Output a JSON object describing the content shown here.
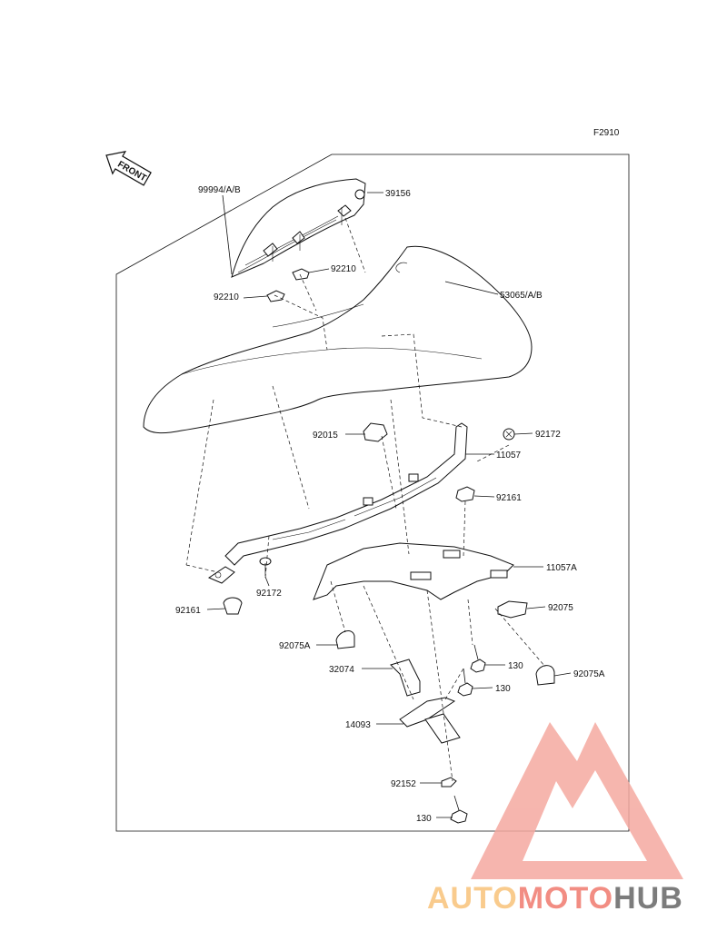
{
  "figure_code": "F2910",
  "front_label": "FRONT",
  "watermark": {
    "text_part1": "AUTO",
    "text_part2": "MOTO",
    "text_part3": "HUB",
    "color_primary": "#f5a9a0",
    "color_secondary": "#f07a6e",
    "color_dark": "#666666",
    "color_orange": "#f8c27a"
  },
  "callouts": [
    {
      "id": "c-99994",
      "label": "99994/A/B"
    },
    {
      "id": "c-39156",
      "label": "39156"
    },
    {
      "id": "c-92210-a",
      "label": "92210"
    },
    {
      "id": "c-92210-b",
      "label": "92210"
    },
    {
      "id": "c-53065",
      "label": "53065/A/B"
    },
    {
      "id": "c-92015",
      "label": "92015"
    },
    {
      "id": "c-92172-a",
      "label": "92172"
    },
    {
      "id": "c-11057",
      "label": "11057"
    },
    {
      "id": "c-92161-a",
      "label": "92161"
    },
    {
      "id": "c-11057a",
      "label": "11057A"
    },
    {
      "id": "c-92172-b",
      "label": "92172"
    },
    {
      "id": "c-92161-b",
      "label": "92161"
    },
    {
      "id": "c-92075",
      "label": "92075"
    },
    {
      "id": "c-92075a-a",
      "label": "92075A"
    },
    {
      "id": "c-130-a",
      "label": "130"
    },
    {
      "id": "c-32074",
      "label": "32074"
    },
    {
      "id": "c-130-b",
      "label": "130"
    },
    {
      "id": "c-92075a-b",
      "label": "92075A"
    },
    {
      "id": "c-14093",
      "label": "14093"
    },
    {
      "id": "c-92152",
      "label": "92152"
    },
    {
      "id": "c-130-c",
      "label": "130"
    }
  ]
}
